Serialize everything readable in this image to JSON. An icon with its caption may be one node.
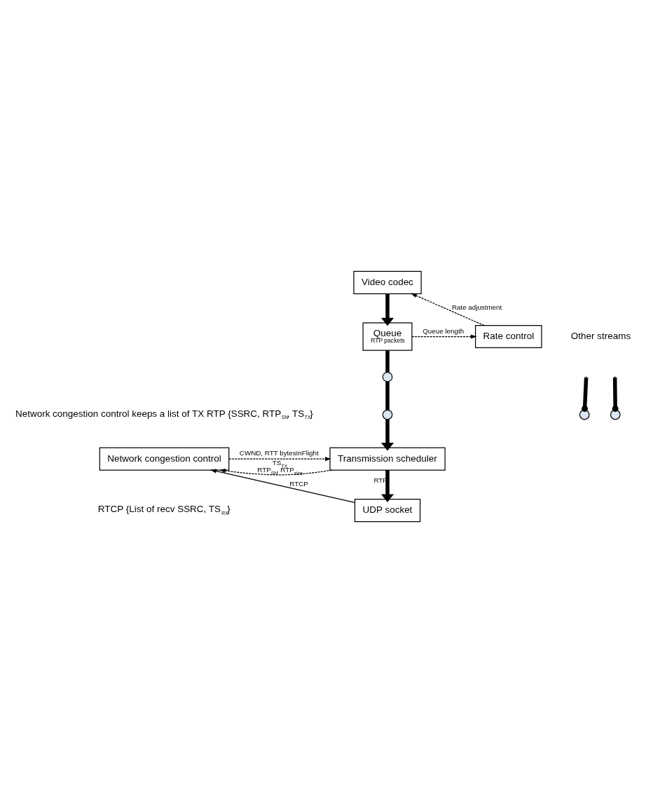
{
  "diagram": {
    "nodes": [
      {
        "text": [
          "Video codec"
        ]
      },
      {
        "text": [
          "Queue",
          "RTP packets"
        ]
      },
      {
        "text": [
          "Rate control"
        ]
      },
      {
        "text": [
          "Transmission scheduler"
        ]
      },
      {
        "text": [
          "Network congestion control"
        ]
      },
      {
        "text": [
          "UDP socket"
        ]
      },
      {
        "text": [],
        "shape": "circle"
      },
      {
        "text": [],
        "shape": "circle"
      },
      {
        "text": [],
        "shape": "circle"
      },
      {
        "text": [],
        "shape": "circle"
      }
    ],
    "edges": [
      {
        "from": 0,
        "to": 1,
        "arrow": "to"
      },
      {
        "from": 2,
        "to": 0,
        "arrow": "to",
        "style": "dashed",
        "label": "Rate adjustment"
      },
      {
        "from": 1,
        "to": 2,
        "arrow": "to",
        "style": "dashed",
        "label": "Queue length"
      },
      {
        "from": 1,
        "to": 8,
        "arrow": "none"
      },
      {
        "from": 8,
        "to": 9,
        "arrow": "none"
      },
      {
        "from": 9,
        "to": 3,
        "arrow": "to"
      },
      {
        "from": null,
        "to": 6,
        "arrow": "other"
      },
      {
        "from": null,
        "to": 7,
        "arrow": "other"
      },
      {
        "from": 4,
        "to": 3,
        "arrow": "to",
        "style": "dashed",
        "label": "CWND, RTT bytesInFlight"
      },
      {
        "from": 3,
        "to": 4,
        "arrow": "to",
        "style": "dashed",
        "label": "TS$_{TX}$ RTP$_{SN}$, RTP$_{size}$"
      },
      {
        "from": 3,
        "to": 5,
        "arrow": "to",
        "label": "RTP"
      },
      {
        "from": 5,
        "to": 4,
        "arrow": "to",
        "label": "RTCP"
      }
    ],
    "labels": [
      "Other streams",
      "Network congestion control keeps a list of TX RTP {SSRC, RTP$_{SN}$, TS$_{TX}$}",
      "RTCP {List of recv SSRC, TS$_{RX}$}"
    ]
  }
}
